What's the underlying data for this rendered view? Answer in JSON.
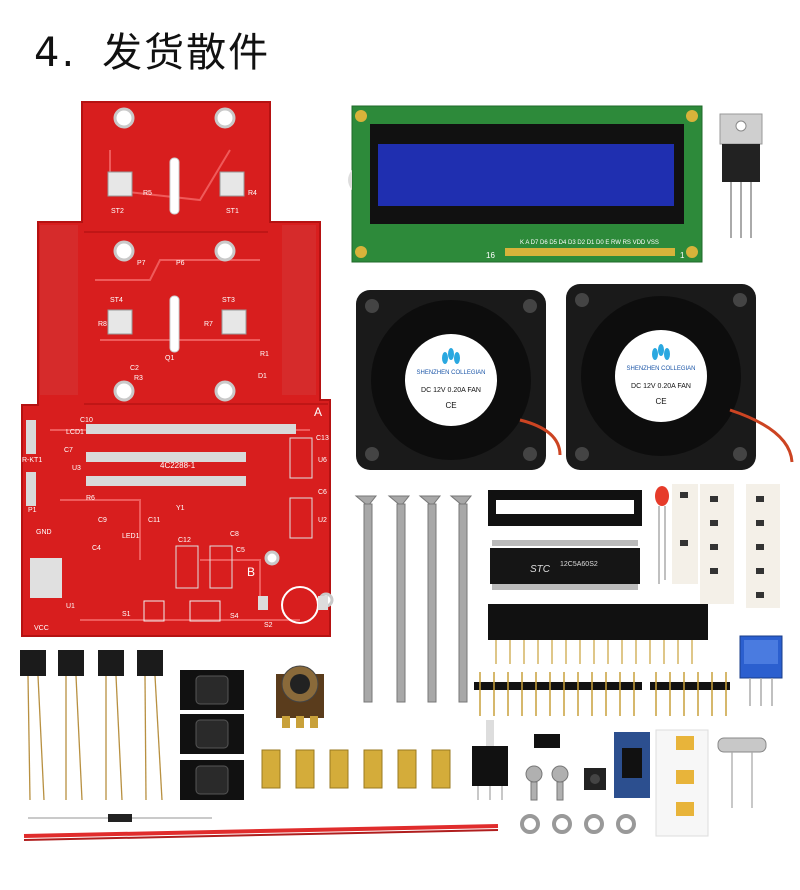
{
  "title": {
    "number": "4.",
    "text": "发货散件"
  },
  "pcb": {
    "silk": [
      "ST2",
      "R5",
      "R4",
      "ST1",
      "P7",
      "P6",
      "ST4",
      "R8",
      "R7",
      "ST3",
      "C2",
      "R3",
      "Q1",
      "R1",
      "D1",
      "C10",
      "LCD1",
      "C7",
      "U3",
      "4C2288-1",
      "C13",
      "U6",
      "R-KT1",
      "P1",
      "C6",
      "U2",
      "GND",
      "C9",
      "LED1",
      "C4",
      "C12",
      "C8",
      "U1",
      "S1",
      "S4",
      "B",
      "S2",
      "A",
      "VCC",
      "R6",
      "Y1",
      "C11",
      "C5"
    ]
  },
  "lcd": {
    "pins_left": "16",
    "pins_right": "1",
    "pin_labels": "K A D7 D6 D5 D4 D3 D2 D1 D0 E RW RS VDD VSS"
  },
  "fans": [
    {
      "brand": "SHENZHEN COLLEGIAN",
      "spec": "DC 12V 0.20A FAN",
      "mark": "CE"
    },
    {
      "brand": "SHENZHEN COLLEGIAN",
      "spec": "DC 12V 0.20A FAN",
      "mark": "CE"
    }
  ],
  "chip": {
    "brand": "STC",
    "model": "12C5A60S2"
  },
  "colors": {
    "pcb": "#d81e1e",
    "lcd": "#1f2fb0",
    "fan": "#1a1a1a",
    "pot": "#2b5fcf"
  }
}
